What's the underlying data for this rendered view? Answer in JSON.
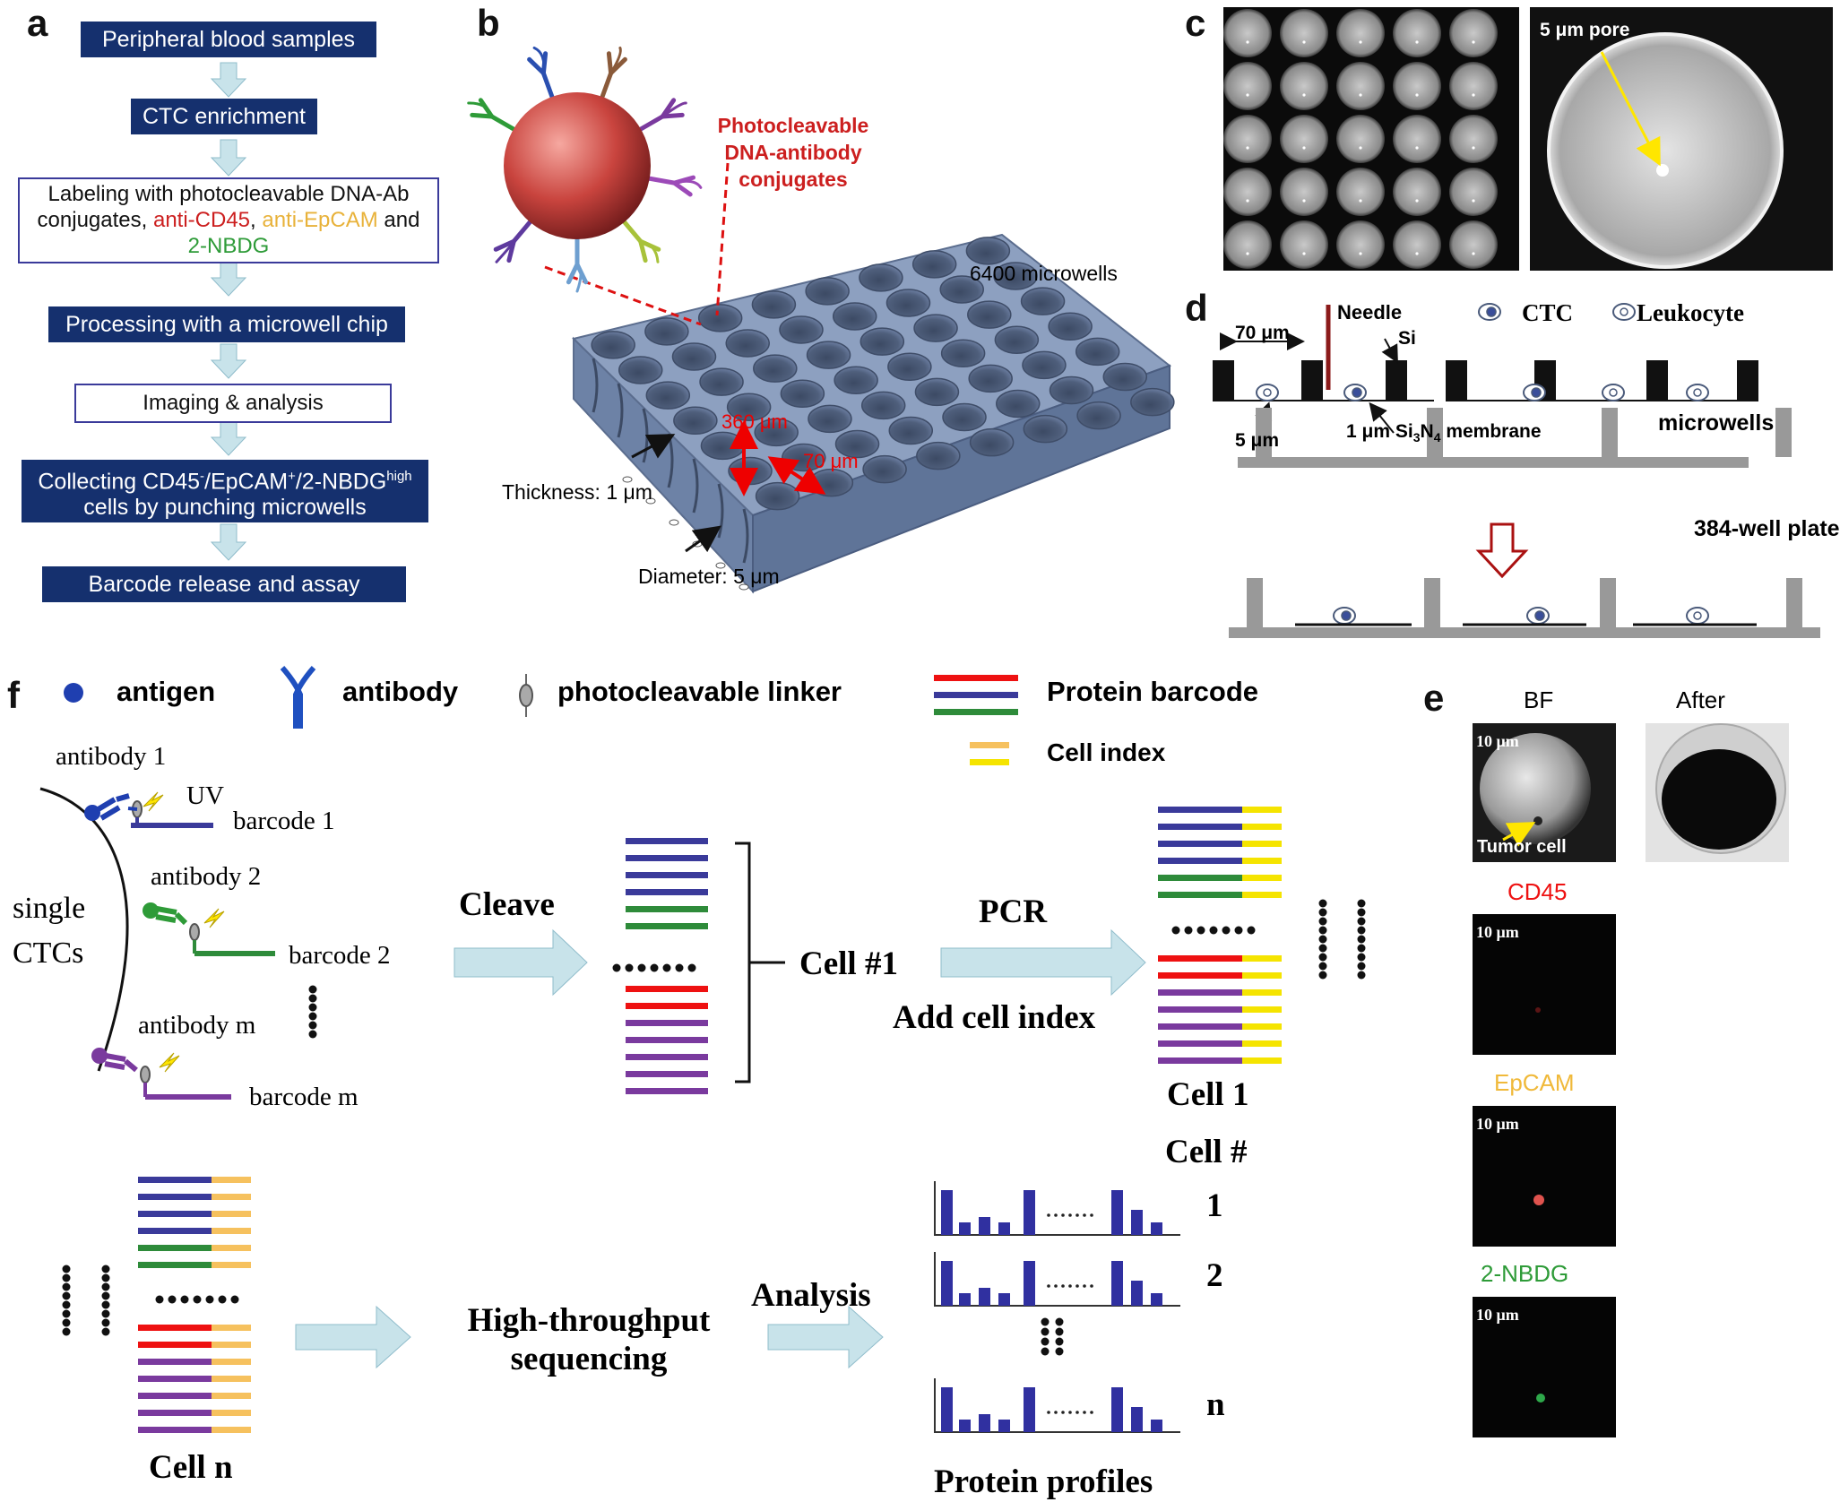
{
  "panel_letters": {
    "a": "a",
    "b": "b",
    "c": "c",
    "d": "d",
    "e": "e",
    "f": "f"
  },
  "panel_a": {
    "step1": "Peripheral blood samples",
    "step2": "CTC enrichment",
    "step3_line1": "Labeling with photocleavable DNA-Ab",
    "step3_line2_pre": "conjugates, ",
    "step3_cd45": "anti-CD45",
    "step3_comma": ", ",
    "step3_epcam": "anti-EpCAM",
    "step3_and": " and",
    "step3_nbdg": "2-NBDG",
    "step4": "Processing with a microwell chip",
    "step5": "Imaging & analysis",
    "step6_line1_a": "Collecting CD45",
    "step6_sup1": "-",
    "step6_line1_b": "/EpCAM",
    "step6_sup2": "+",
    "step6_line1_c": "/2-NBDG",
    "step6_sup3": "high",
    "step6_line2": "cells by punching microwells",
    "step7": "Barcode release and assay"
  },
  "panel_b": {
    "conjugate_label_1": "Photocleavable",
    "conjugate_label_2": "DNA-antibody",
    "conjugate_label_3": "conjugates",
    "count_label": "6400 microwells",
    "depth_label": "360 μm",
    "spacing_label": "70 μm",
    "thickness_label": "Thickness: 1 μm",
    "diameter_label": "Diameter: 5 μm"
  },
  "panel_c": {
    "pore_label": "5 μm pore"
  },
  "panel_d": {
    "needle": "Needle",
    "ctc": "CTC",
    "leukocyte": "Leukocyte",
    "width": "70 μm",
    "si": "Si",
    "pore": "5 μm",
    "membrane_a": "1 μm Si",
    "membrane_sub1": "3",
    "membrane_b": "N",
    "membrane_sub2": "4",
    "membrane_c": " membrane",
    "microwells": "microwells",
    "plate": "384-well plate"
  },
  "panel_e": {
    "bf": "BF",
    "after": "After",
    "scale": "10 μm",
    "tumor": "Tumor cell",
    "cd45": "CD45",
    "epcam": "EpCAM",
    "nbdg": "2-NBDG"
  },
  "panel_f": {
    "legend_antigen": "antigen",
    "legend_antibody": "antibody",
    "legend_linker": "photocleavable linker",
    "legend_barcode": "Protein barcode",
    "legend_index": "Cell index",
    "antibody1": "antibody 1",
    "uv": "UV",
    "barcode1": "barcode 1",
    "antibody2": "antibody 2",
    "barcode2": "barcode 2",
    "antibodym": "antibody m",
    "barcodem": "barcode m",
    "single": "single",
    "ctcs": "CTCs",
    "cleave": "Cleave",
    "cell1_hash": "Cell #1",
    "pcr": "PCR",
    "add_index": "Add cell index",
    "cell1": "Cell 1",
    "cell_hash": "Cell #",
    "cell_n": "Cell n",
    "hts_1": "High-throughput",
    "hts_2": "sequencing",
    "analysis": "Analysis",
    "profiles": "Protein profiles",
    "row1": "1",
    "row2": "2",
    "rown": "n"
  },
  "colors": {
    "navy_box": "#15306e",
    "arrow_fill": "#c8e3ea",
    "red_text": "#cc1f1f",
    "gold_text": "#e8b23a",
    "green_text": "#2e9b38",
    "barcode_blue": "#3a3a9a",
    "barcode_green": "#2e8b3a",
    "barcode_red": "#e11",
    "barcode_purple": "#7a3a9e",
    "index_yellow": "#f5e400",
    "index_orange": "#f6c15e",
    "chip_blue": "#7f93b4"
  }
}
